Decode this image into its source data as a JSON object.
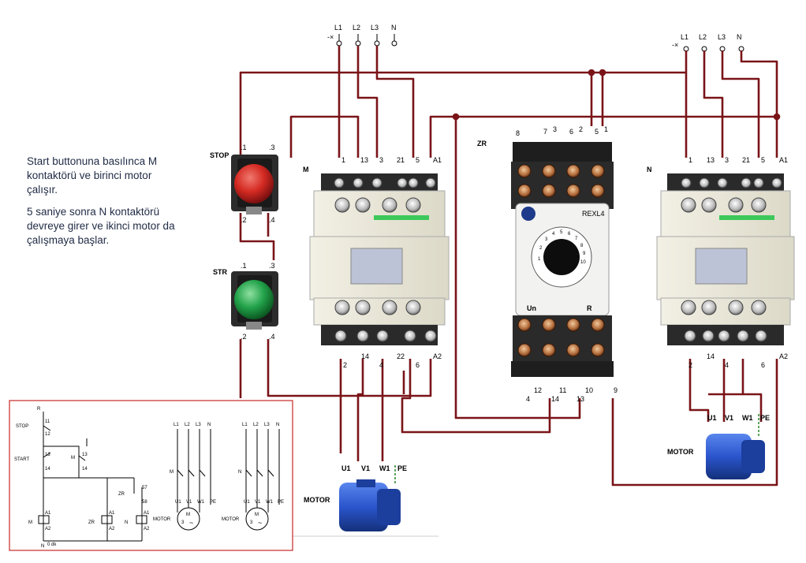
{
  "description": {
    "para1": "Start buttonuna basılınca M kontaktörü ve birinci motor çalışır.",
    "para2": "5 saniye sonra N kontaktörü devreye girer ve ikinci motor da çalışmaya başlar."
  },
  "supply_left": [
    "L1",
    "L2",
    "L3",
    "N"
  ],
  "supply_right": [
    "L1",
    "L2",
    "L3",
    "N"
  ],
  "buttons": {
    "stop": {
      "label": "STOP",
      "t1": ".1",
      "t3": ".3",
      "t2": ".2",
      "t4": ".4"
    },
    "start": {
      "label": "STR",
      "t1": ".1",
      "t3": ".3",
      "t2": ".2",
      "t4": ".4"
    }
  },
  "contactor_m": {
    "label": "M",
    "top_terms": [
      "1",
      "13",
      "3",
      "21",
      "5",
      "A1"
    ],
    "bottom_terms": [
      "2",
      "14",
      "4",
      "22",
      "6",
      "A2"
    ]
  },
  "contactor_n": {
    "label": "N",
    "top_terms": [
      "1",
      "13",
      "3",
      "21",
      "5",
      "A1"
    ],
    "bottom_terms": [
      "2",
      "14",
      "4",
      "6",
      "A2"
    ]
  },
  "relay": {
    "label": "ZR",
    "model": "REXL4",
    "top_terms": [
      "8",
      "7",
      "3",
      "6",
      "2",
      "5",
      "1"
    ],
    "bottom_terms": [
      "4",
      "12",
      "14",
      "11",
      "13",
      "10",
      "9"
    ],
    "dial_marks": [
      "1",
      "2",
      "3",
      "4",
      "5",
      "6",
      "7",
      "8",
      "9",
      "10"
    ],
    "un_label": "Un",
    "r_label": "R"
  },
  "motor1": {
    "label": "MOTOR",
    "terms": [
      "U1",
      "V1",
      "W1",
      "PE"
    ]
  },
  "motor2": {
    "label": "MOTOR",
    "terms": [
      "U1",
      "V1",
      "W1",
      "PE"
    ]
  },
  "inset": {
    "stop_label": "STOP",
    "start_label": "START",
    "m_label": "M",
    "zr_label": "ZR",
    "n_label": "N",
    "motor_label": "MOTOR",
    "nums": {
      "a": "11",
      "b": "12",
      "c": "13",
      "d": "14",
      "e": "13",
      "f": "14",
      "g": "57",
      "h": "58",
      "i": "A1",
      "j": "A2",
      "k": "A1",
      "l": "A2",
      "m": "A1",
      "n": "A2"
    },
    "top_R": "R",
    "bottom_N": "N",
    "bottom_label": "0 dk",
    "supply": [
      "L1",
      "L2",
      "L3",
      "N"
    ],
    "motor_terms": [
      "U1",
      "V1",
      "W1",
      "PE"
    ],
    "motor_symbol": "M",
    "motor_phase": "3",
    "motor_tilde": "~"
  },
  "colors": {
    "wire": "#7a1418",
    "stop_button": "#d42a22",
    "start_button": "#22a24a",
    "motor_blue": "#2a55cc",
    "contactor_body": "#e8e6d8"
  }
}
